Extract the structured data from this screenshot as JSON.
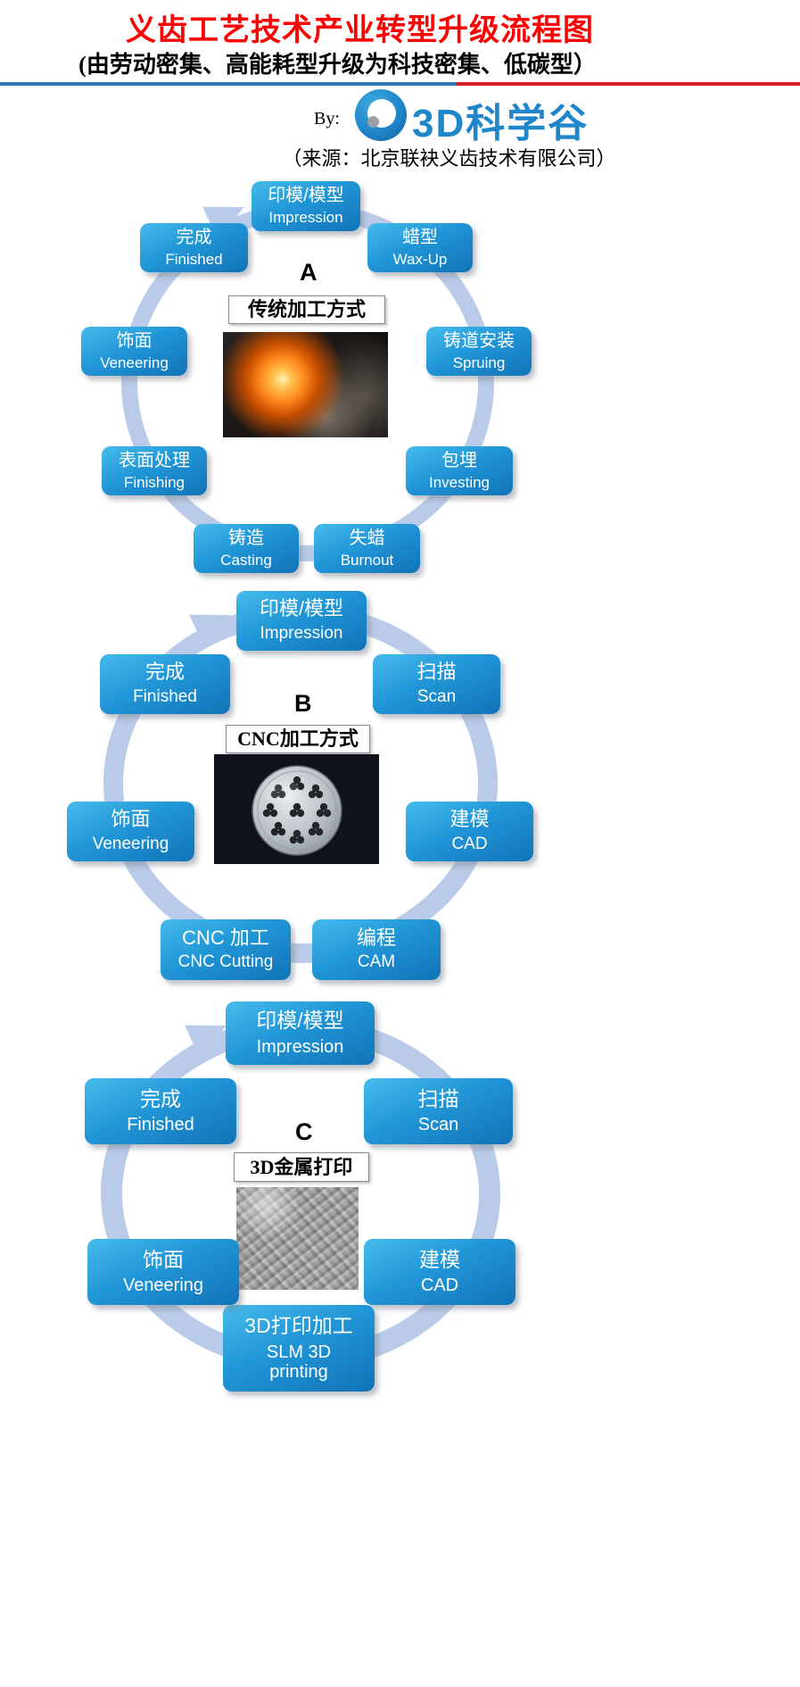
{
  "header": {
    "title": "义齿工艺技术产业转型升级流程图",
    "subtitle": "(由劳动密集、高能耗型升级为科技密集、低碳型）",
    "by_label": "By:",
    "logo_text": "3D科学谷",
    "logo_icon": "blue-swirl-ring-logo",
    "source_line": "（来源：北京联袂义齿技术有限公司）"
  },
  "colors": {
    "title_red": "#ff0000",
    "divider_blue": "#2e75b6",
    "divider_red": "#d02020",
    "logo_blue": "#1f86c9",
    "node_gradient_top": "#45bbec",
    "node_gradient_bottom": "#1173b8",
    "ring_blue": "#b9cbe8"
  },
  "cycles": [
    {
      "label": "A",
      "center_title": "传统加工方式",
      "photo": "traditional-metal-casting-photo",
      "nodes": [
        {
          "id": "impression",
          "zh": "印模/模型",
          "en": "Impression"
        },
        {
          "id": "waxup",
          "zh": "蜡型",
          "en": "Wax-Up"
        },
        {
          "id": "spruing",
          "zh": "铸道安装",
          "en": "Spruing"
        },
        {
          "id": "investing",
          "zh": "包埋",
          "en": "Investing"
        },
        {
          "id": "burnout",
          "zh": "失蜡",
          "en": "Burnout"
        },
        {
          "id": "casting",
          "zh": "铸造",
          "en": "Casting"
        },
        {
          "id": "finishing",
          "zh": "表面处理",
          "en": "Finishing"
        },
        {
          "id": "veneering",
          "zh": "饰面",
          "en": "Veneering"
        },
        {
          "id": "finished",
          "zh": "完成",
          "en": "Finished"
        }
      ]
    },
    {
      "label": "B",
      "center_title": "CNC加工方式",
      "photo": "cnc-milling-disc-photo",
      "nodes": [
        {
          "id": "impression",
          "zh": "印模/模型",
          "en": "Impression"
        },
        {
          "id": "scan",
          "zh": "扫描",
          "en": "Scan"
        },
        {
          "id": "cad",
          "zh": "建模",
          "en": "CAD"
        },
        {
          "id": "cam",
          "zh": "编程",
          "en": "CAM"
        },
        {
          "id": "cnc-cutting",
          "zh": "CNC 加工",
          "en": "CNC Cutting"
        },
        {
          "id": "veneering",
          "zh": "饰面",
          "en": "Veneering"
        },
        {
          "id": "finished",
          "zh": "完成",
          "en": "Finished"
        }
      ]
    },
    {
      "label": "C",
      "center_title": "3D金属打印",
      "photo": "slm-3d-printed-parts-photo",
      "nodes": [
        {
          "id": "impression",
          "zh": "印模/模型",
          "en": "Impression"
        },
        {
          "id": "scan",
          "zh": "扫描",
          "en": "Scan"
        },
        {
          "id": "cad",
          "zh": "建模",
          "en": "CAD"
        },
        {
          "id": "slm",
          "zh": "3D打印加工",
          "en": "SLM 3D printing"
        },
        {
          "id": "veneering",
          "zh": "饰面",
          "en": "Veneering"
        },
        {
          "id": "finished",
          "zh": "完成",
          "en": "Finished"
        }
      ]
    }
  ]
}
